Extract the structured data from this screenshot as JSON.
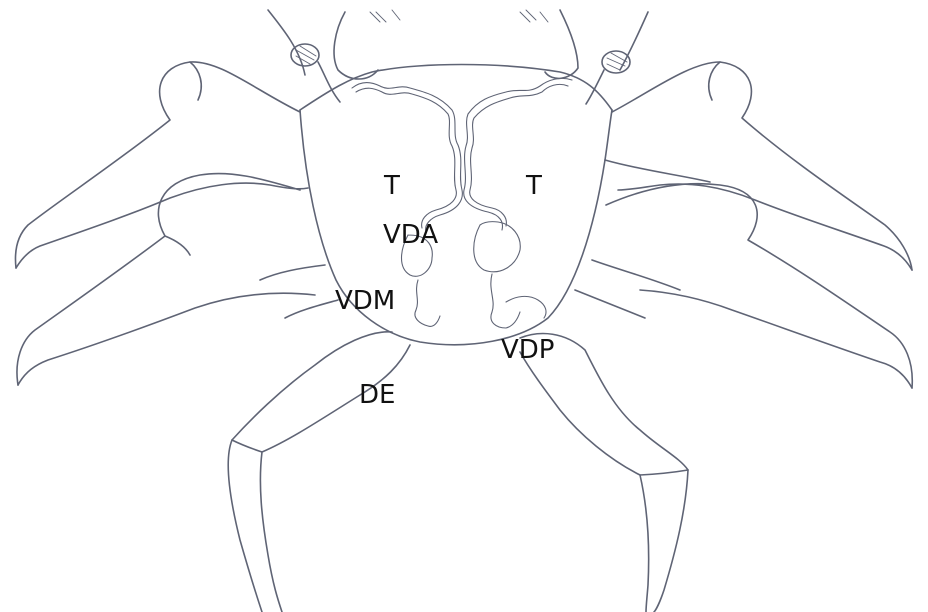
{
  "figure": {
    "subject": "crab",
    "labels": {
      "t_left": "T",
      "t_right": "T",
      "vda": "VDA",
      "vdm": "VDM",
      "vdp": "VDP",
      "de": "DE"
    },
    "line_color": "#5f6475",
    "label_color": "#111111",
    "background": "#ffffff"
  }
}
